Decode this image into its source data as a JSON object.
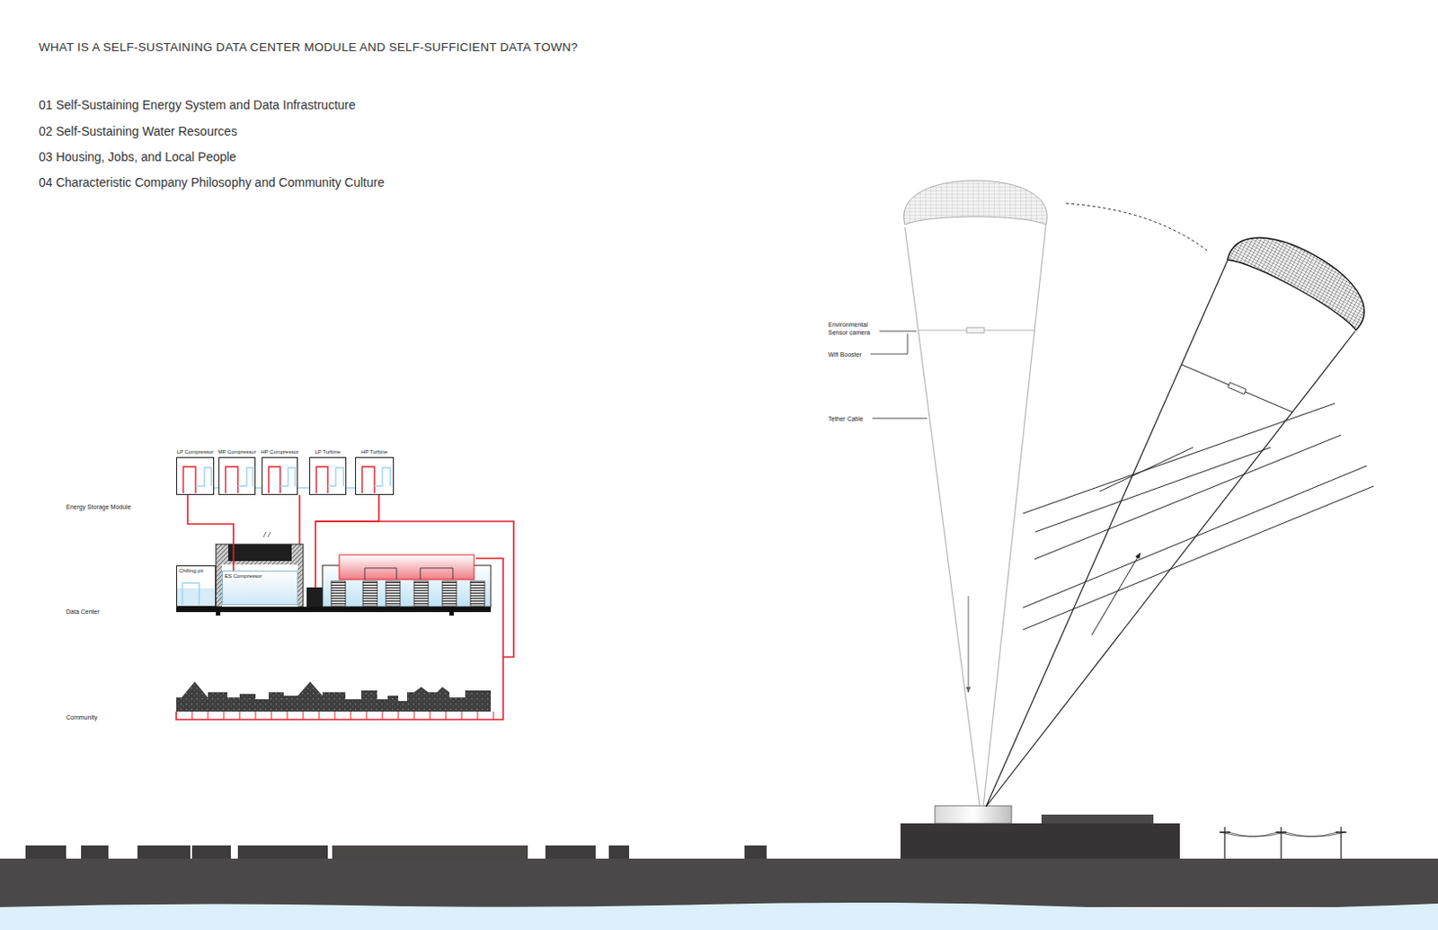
{
  "diagram": {
    "title": "WHAT IS A SELF-SUSTAINING DATA CENTER MODULE AND SELF-SUFFICIENT DATA TOWN?",
    "nodes": [
      {
        "text": [
          "LP Compressor"
        ]
      },
      {
        "text": [
          "MP Compressor"
        ]
      },
      {
        "text": [
          "HP Compressor"
        ]
      },
      {
        "text": [
          "LP Turbine"
        ]
      },
      {
        "text": [
          "HP Turbine"
        ]
      },
      {
        "text": [
          "Chilling pit"
        ]
      },
      {
        "text": [
          "ES Compressor"
        ]
      }
    ],
    "edges": [
      {
        "from": 0,
        "to": 1,
        "arrow": "none"
      },
      {
        "from": 1,
        "to": 2,
        "arrow": "none"
      },
      {
        "from": 2,
        "to": 3,
        "arrow": "none"
      },
      {
        "from": 3,
        "to": 4,
        "arrow": "none"
      },
      {
        "from": 0,
        "to": 6,
        "arrow": "none"
      },
      {
        "from": 5,
        "to": 6,
        "arrow": "none"
      }
    ],
    "labels": [
      "01 Self-Sustaining Energy System and Data Infrastructure",
      "02 Self-Sustaining Water Resources",
      "03 Housing, Jobs, and Local People",
      "04 Characteristic Company Philosophy and Community Culture",
      "Energy Storage Module",
      "Data Center",
      "Community",
      "Environmental Sensor camera",
      "Wifi Booster",
      "Tether Cable"
    ]
  }
}
